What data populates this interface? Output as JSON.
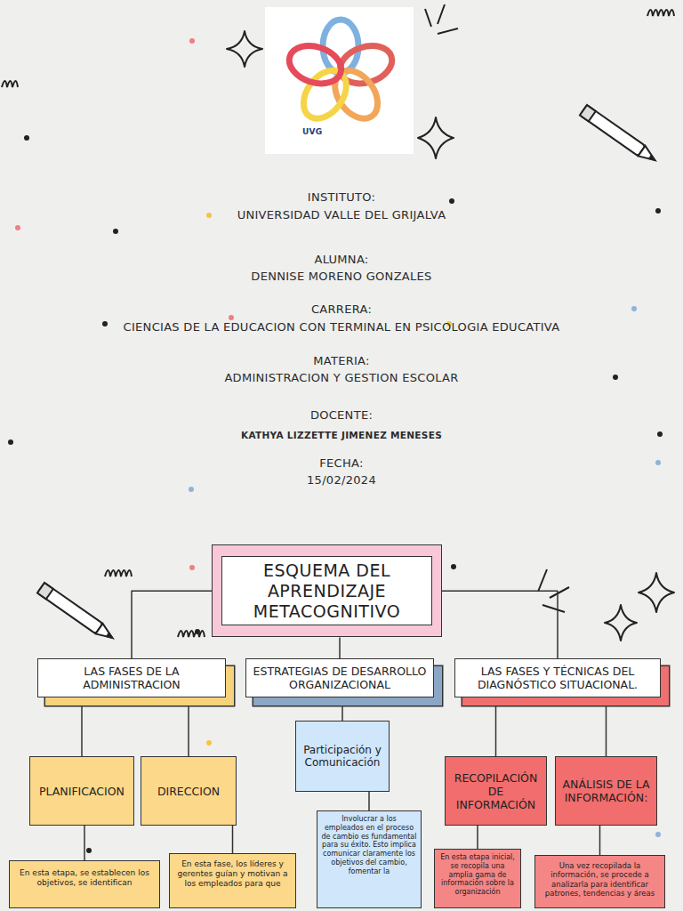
{
  "diagram": {
    "nodes": [
      {
        "text": [
          "ESQUEMA DEL APRENDIZAJE METACOGNITIVO"
        ]
      },
      {
        "text": [
          "LAS FASES DE LA ADMINISTRACION"
        ]
      },
      {
        "text": [
          "ESTRATEGIAS DE DESARROLLO ORGANIZACIONAL"
        ]
      },
      {
        "text": [
          "LAS FASES Y TÉCNICAS DEL DIAGNÓSTICO SITUACIONAL."
        ]
      },
      {
        "text": [
          "PLANIFICACION"
        ]
      },
      {
        "text": [
          "DIRECCION"
        ]
      },
      {
        "text": [
          "Participación y Comunicación"
        ]
      },
      {
        "text": [
          "RECOPILACIÓN DE INFORMACIÓN"
        ]
      },
      {
        "text": [
          "ANÁLISIS DE LA INFORMACIÓN:"
        ]
      },
      {
        "text": [
          "En esta etapa, se establecen los objetivos, se identifican"
        ]
      },
      {
        "text": [
          "En esta fase, los líderes y gerentes guían y motivan a los empleados para que"
        ]
      },
      {
        "text": [
          "Involucrar a los empleados en el proceso de cambio es fundamental para su éxito. Esto implica comunicar claramente los objetivos del cambio, fomentar la"
        ]
      },
      {
        "text": [
          "En esta etapa inicial, se recopila una amplia gama de información sobre la organización"
        ]
      },
      {
        "text": [
          "Una vez recopilada la información, se procede a analizarla para identificar patrones, tendencias y áreas"
        ]
      }
    ],
    "edges": [
      {
        "from": 0,
        "to": 1,
        "arrow": "none"
      },
      {
        "from": 0,
        "to": 2,
        "arrow": "none"
      },
      {
        "from": 0,
        "to": 3,
        "arrow": "none"
      },
      {
        "from": 1,
        "to": 4,
        "arrow": "none"
      },
      {
        "from": 1,
        "to": 5,
        "arrow": "none"
      },
      {
        "from": 2,
        "to": 6,
        "arrow": "none"
      },
      {
        "from": 3,
        "to": 7,
        "arrow": "none"
      },
      {
        "from": 3,
        "to": 8,
        "arrow": "none"
      },
      {
        "from": 4,
        "to": 9,
        "arrow": "none"
      },
      {
        "from": 5,
        "to": 10,
        "arrow": "none"
      },
      {
        "from": 6,
        "to": 11,
        "arrow": "none"
      },
      {
        "from": 7,
        "to": 12,
        "arrow": "none"
      },
      {
        "from": 8,
        "to": 13,
        "arrow": "none"
      }
    ],
    "labels": [
      "UVG",
      "INSTITUTO:",
      "UNIVERSIDAD VALLE DEL GRIJALVA",
      "ALUMNA:",
      "DENNISE MORENO GONZALES",
      "CARRERA:",
      "CIENCIAS DE LA EDUCACION CON TERMINAL EN PSICOLOGIA EDUCATIVA",
      "MATERIA:",
      "ADMINISTRACION Y GESTION ESCOLAR",
      "DOCENTE:",
      "KATHYA LIZZETTE JIMENEZ MENESES",
      "FECHA:",
      "15/02/2024"
    ]
  }
}
